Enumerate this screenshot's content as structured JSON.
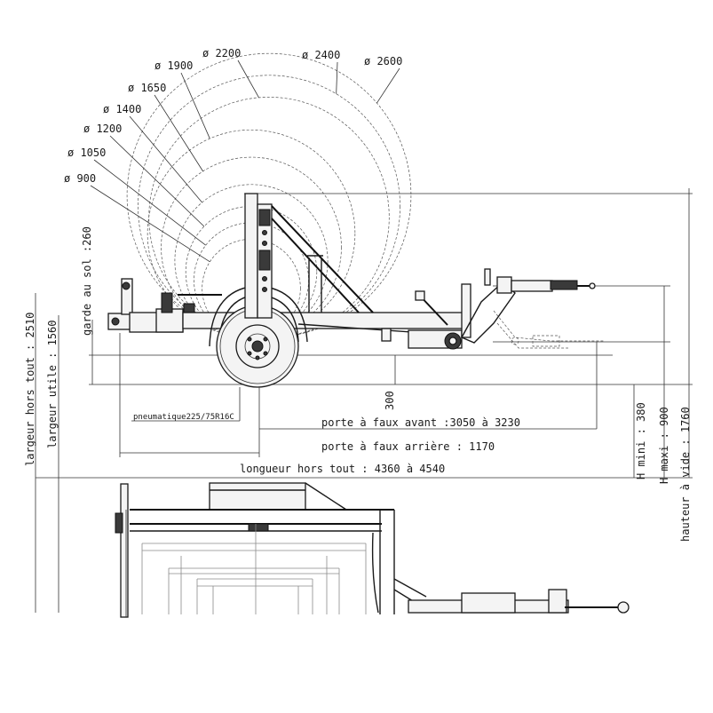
{
  "reel_diameters": [
    {
      "label": "ø 900",
      "d": 900
    },
    {
      "label": "ø 1050",
      "d": 1050
    },
    {
      "label": "ø 1200",
      "d": 1200
    },
    {
      "label": "ø 1400",
      "d": 1400
    },
    {
      "label": "ø 1650",
      "d": 1650
    },
    {
      "label": "ø 1900",
      "d": 1900
    },
    {
      "label": "ø 2200",
      "d": 2200
    },
    {
      "label": "ø 2400",
      "d": 2400
    },
    {
      "label": "ø 2600",
      "d": 2600
    }
  ],
  "labels": {
    "garde_au_sol": "garde au sol :260",
    "largeur_hors_tout": "largeur hors tout : 2510",
    "largeur_utile": "largeur utile : 1560",
    "pneumatique": "pneumatique225/75R16C",
    "cote_300": "300",
    "porte_avant": "porte à faux avant :3050 à 3230",
    "porte_arriere": "porte à faux arrière : 1170",
    "longueur": "longueur hors tout : 4360 à 4540",
    "h_mini": "H mini : 380",
    "h_maxi": "H maxi : 900",
    "hauteur_vide": "hauteur à vide : 1760"
  },
  "colors": {
    "line": "#1a1a1a",
    "dim": "#333333",
    "background": "#ffffff"
  }
}
